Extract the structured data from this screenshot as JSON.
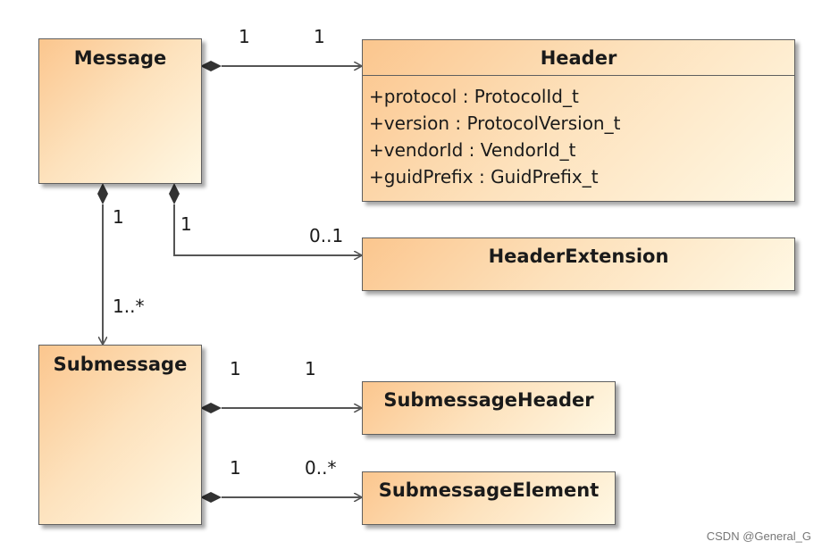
{
  "classes": {
    "message": {
      "name": "Message"
    },
    "header": {
      "name": "Header",
      "attributes": [
        "+protocol : ProtocolId_t",
        "+version : ProtocolVersion_t",
        "+vendorId : VendorId_t",
        "+guidPrefix : GuidPrefix_t"
      ]
    },
    "header_extension": {
      "name": "HeaderExtension"
    },
    "submessage": {
      "name": "Submessage"
    },
    "submessage_header": {
      "name": "SubmessageHeader"
    },
    "submessage_element": {
      "name": "SubmessageElement"
    }
  },
  "associations": {
    "message_header": {
      "source_mult": "1",
      "target_mult": "1"
    },
    "message_header_extension": {
      "source_mult": "1",
      "target_mult": "0..1"
    },
    "message_submessage": {
      "source_mult": "1",
      "target_mult": "1..*"
    },
    "submessage_submessage_header": {
      "source_mult": "1",
      "target_mult": "1"
    },
    "submessage_submessage_element": {
      "source_mult": "1",
      "target_mult": "0..*"
    }
  },
  "watermark": "CSDN @General_G",
  "colors": {
    "line": "#555555",
    "box_start": "#fbc68e",
    "box_end": "#fff8e4"
  }
}
